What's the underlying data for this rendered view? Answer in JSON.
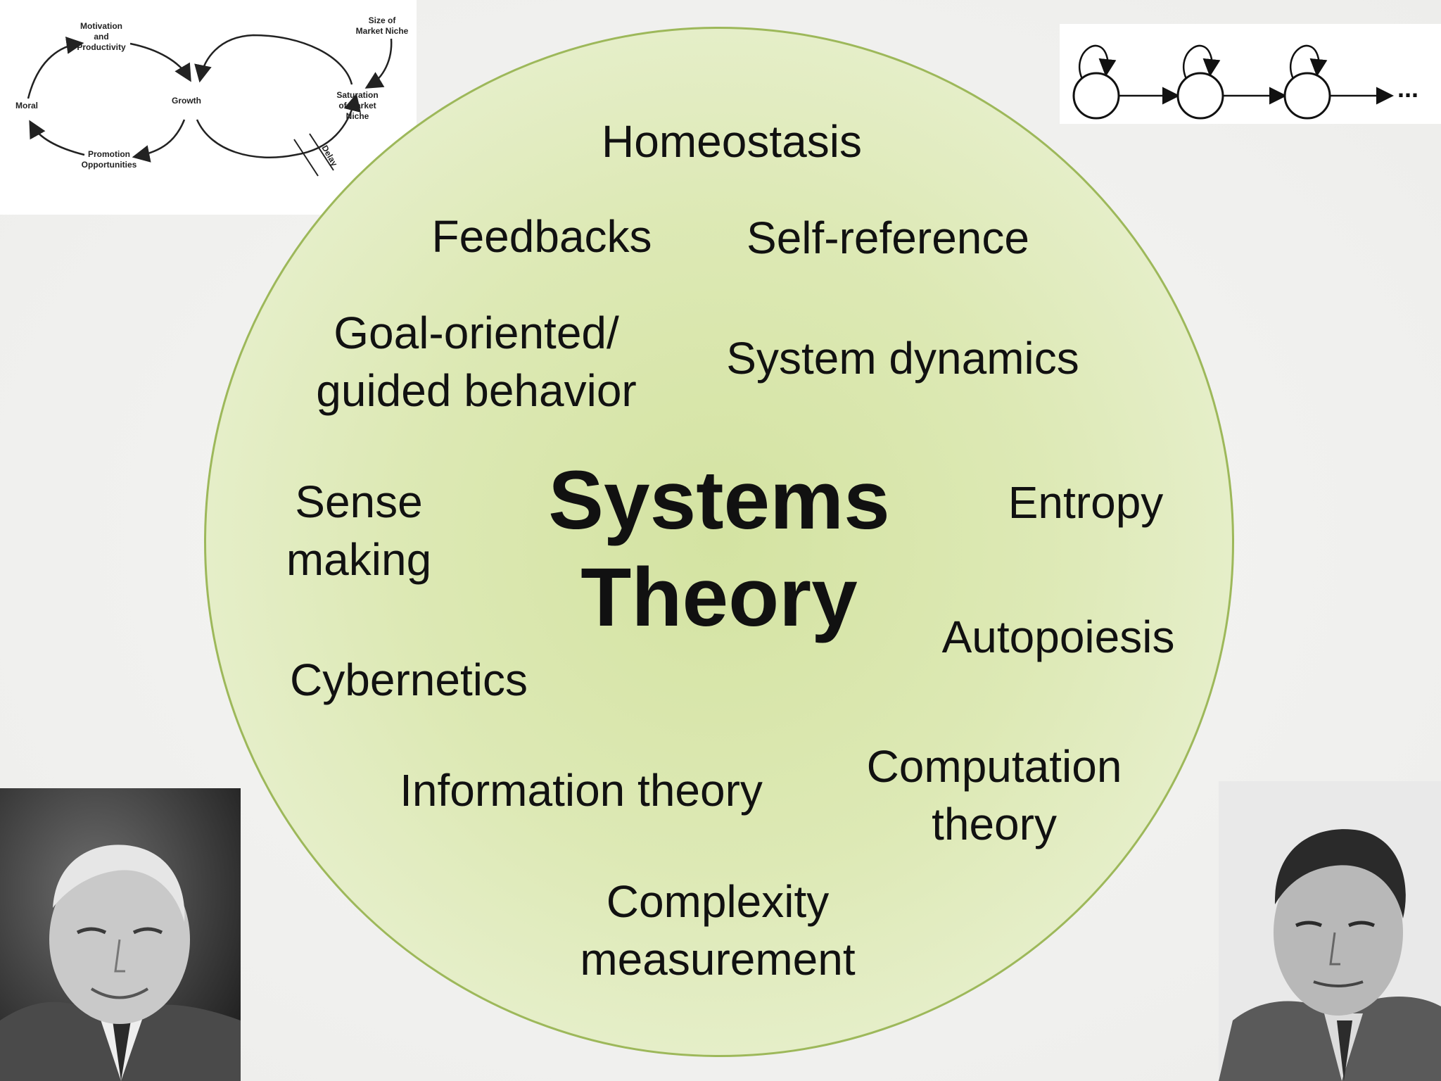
{
  "title": [
    "Systems",
    "Theory"
  ],
  "terms": {
    "homeostasis": [
      "Homeostasis"
    ],
    "feedbacks": [
      "Feedbacks"
    ],
    "self_reference": [
      "Self-reference"
    ],
    "goal_oriented": [
      "Goal-oriented/",
      "guided behavior"
    ],
    "system_dynamics": [
      "System dynamics"
    ],
    "sense_making": [
      "Sense",
      "making"
    ],
    "entropy": [
      "Entropy"
    ],
    "autopoiesis": [
      "Autopoiesis"
    ],
    "cybernetics": [
      "Cybernetics"
    ],
    "computation_theory": [
      "Computation",
      "theory"
    ],
    "information_theory": [
      "Information theory"
    ],
    "complexity_measurement": [
      "Complexity",
      "measurement"
    ]
  },
  "causal_loop_diagram": {
    "motivation": [
      "Motivation",
      "and",
      "Productivity"
    ],
    "moral": [
      "Moral"
    ],
    "growth": [
      "Growth"
    ],
    "promotion": [
      "Promotion",
      "Opportunities"
    ],
    "size_of_niche": [
      "Size of",
      "Market Niche"
    ],
    "saturation": [
      "Saturation",
      "of Market",
      "Niche"
    ],
    "delay": "Delay"
  },
  "state_chain": {
    "ellipsis": "..."
  },
  "colors": {
    "circle_fill": "#dde9b5",
    "circle_edge": "#9db85a",
    "text": "#111111"
  }
}
